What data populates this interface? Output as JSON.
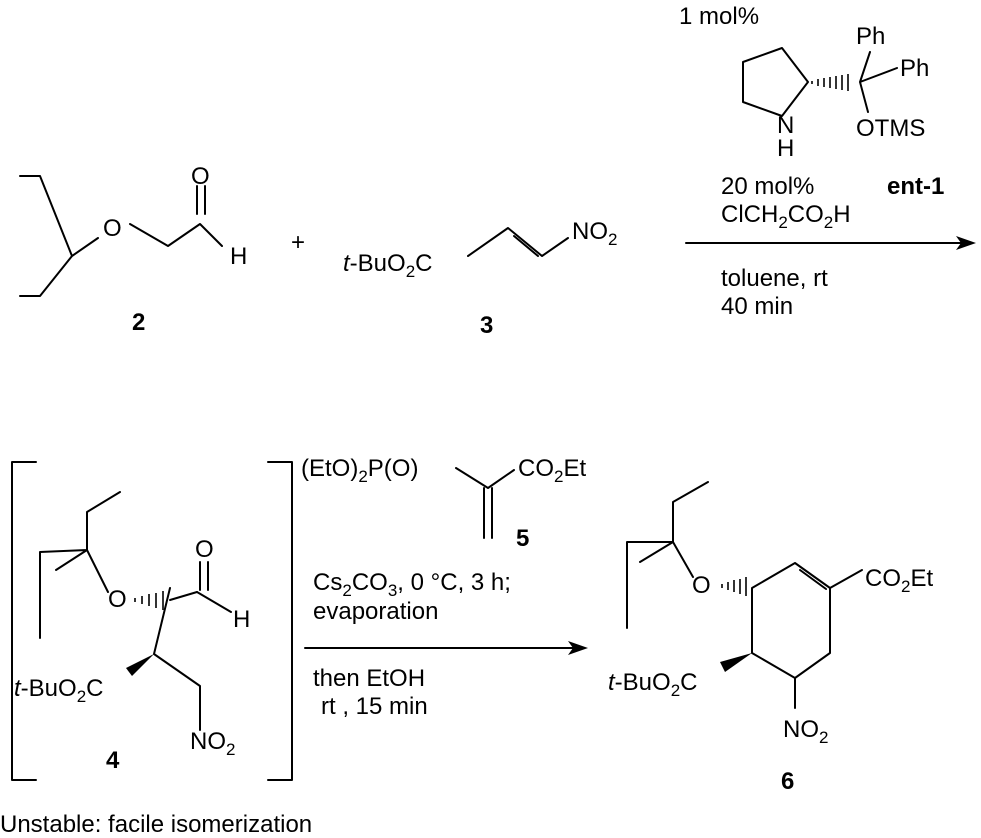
{
  "catalyst": {
    "loading": "1 mol%",
    "ph1": "Ph",
    "ph2": "Ph",
    "n": "N",
    "h": "H",
    "otms": "OTMS",
    "name": "ent-1"
  },
  "reaction1": {
    "acid_loading": "20 mol%",
    "acid_a": "ClCH",
    "acid_b": "2",
    "acid_c": "CO",
    "acid_d": "2",
    "acid_e": "H",
    "solvent": "toluene, rt",
    "time": "40 min"
  },
  "compound2": {
    "o_ether": "O",
    "o_carbonyl": "O",
    "h": "H",
    "label": "2"
  },
  "plus": "+",
  "compound3": {
    "tbu_a": "t",
    "tbu_b": "-BuO",
    "tbu_c": "2",
    "tbu_d": "C",
    "no2_a": "NO",
    "no2_b": "2",
    "label": "3"
  },
  "compound4": {
    "o_ether": "O",
    "o_carbonyl": "O",
    "h": "H",
    "tbu_a": "t",
    "tbu_b": "-BuO",
    "tbu_c": "2",
    "tbu_d": "C",
    "no2_a": "NO",
    "no2_b": "2",
    "label": "4",
    "note": "Unstable: facile isomerization"
  },
  "reagent5": {
    "phos_a": "(EtO)",
    "phos_b": "2",
    "phos_c": "P(O)",
    "ester_a": "CO",
    "ester_b": "2",
    "ester_c": "Et",
    "label": "5"
  },
  "reaction2": {
    "base_a": "Cs",
    "base_b": "2",
    "base_c": "CO",
    "base_d": "3",
    "base_e": ", 0 °C, 3 h;",
    "evap": "evaporation",
    "then": "then EtOH",
    "cond": "rt , 15 min"
  },
  "compound6": {
    "o_ether": "O",
    "ester_a": "CO",
    "ester_b": "2",
    "ester_c": "Et",
    "tbu_a": "t",
    "tbu_b": "-BuO",
    "tbu_c": "2",
    "tbu_d": "C",
    "no2_a": "NO",
    "no2_b": "2",
    "label": "6"
  }
}
